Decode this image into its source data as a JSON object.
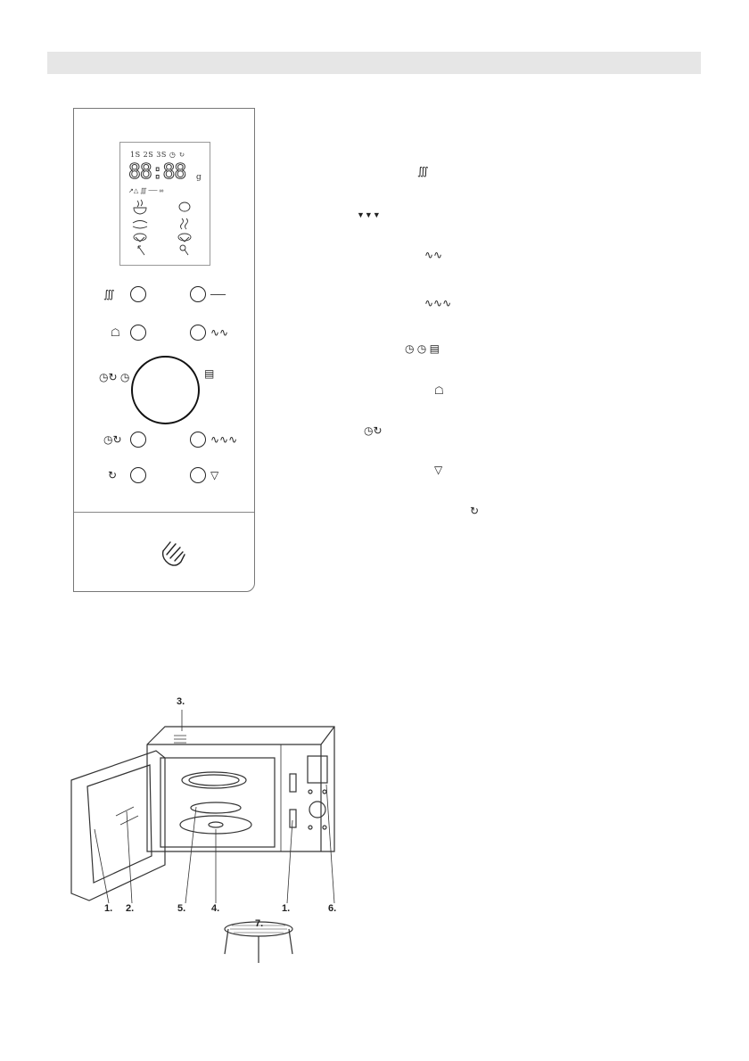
{
  "lcd": {
    "top_row": "1S 2S 3S ◷ ↻",
    "digits": "88:88",
    "unit": "g",
    "bottom_row": "↗△ ∭ ── ∞"
  },
  "panel_buttons": {
    "microwave_symbol": "∭",
    "grill_symbol": "──",
    "weight_symbol": "☖",
    "grill_combi_1_symbol": "∿∿",
    "clock_symbols": "◷↻ ◷",
    "memory_symbol": "▤",
    "delay_symbol": "◷↻",
    "grill_combi_2_symbol": "∿∿∿",
    "start_symbol": "↻",
    "stop_symbol": "▽"
  },
  "legend": [
    {
      "symbol": "∭"
    },
    {
      "symbol": "▼▼▼"
    },
    {
      "symbol": "∿∿"
    },
    {
      "symbol": "∿∿∿"
    },
    {
      "symbol": "◷ ◷ ▤"
    },
    {
      "symbol": "☖"
    },
    {
      "symbol": "◷↻"
    },
    {
      "symbol": "▽"
    },
    {
      "symbol": "↻"
    }
  ],
  "callouts": {
    "c1a": "1.",
    "c2": "2.",
    "c3": "3.",
    "c4": "4.",
    "c5": "5.",
    "c1b": "1.",
    "c6": "6.",
    "c7": "7."
  }
}
